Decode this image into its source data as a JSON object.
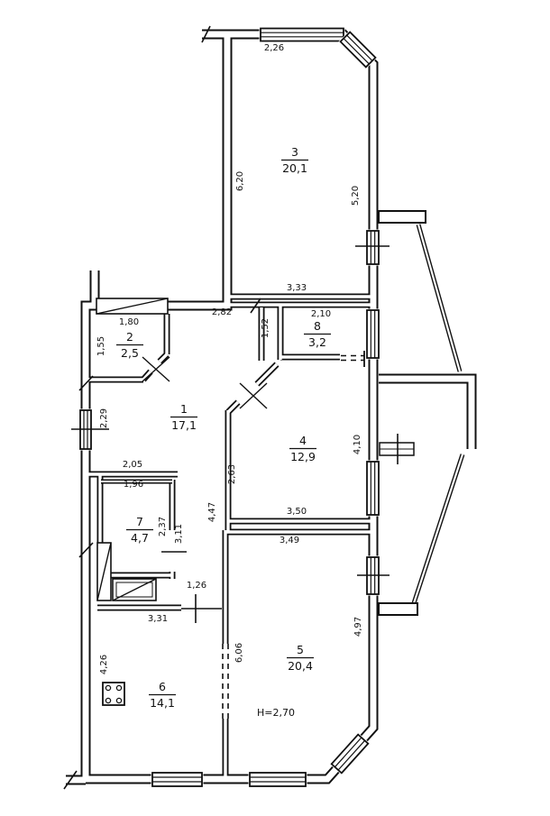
{
  "plan": {
    "rooms": [
      {
        "number": "3",
        "area": "20,1"
      },
      {
        "number": "8",
        "area": "3,2"
      },
      {
        "number": "2",
        "area": "2,5"
      },
      {
        "number": "1",
        "area": "17,1"
      },
      {
        "number": "4",
        "area": "12,9"
      },
      {
        "number": "7",
        "area": "4,7"
      },
      {
        "number": "6",
        "area": "14,1"
      },
      {
        "number": "5",
        "area": "20,4"
      }
    ],
    "ceiling_height_note": "H=2,70",
    "dimensions": {
      "d_2_26": "2,26",
      "d_6_20": "6,20",
      "d_5_20": "5,20",
      "d_3_33": "3,33",
      "d_2_82": "2,82",
      "d_2_10": "2,10",
      "d_1_52": "1,52",
      "d_1_80": "1,80",
      "d_1_55": "1,55",
      "d_2_29": "2,29",
      "d_2_63": "2,63",
      "d_4_10": "4,10",
      "d_3_50": "3,50",
      "d_3_49": "3,49",
      "d_2_05": "2,05",
      "d_1_96": "1,96",
      "d_2_37": "2,37",
      "d_3_11": "3,11",
      "d_4_47": "4,47",
      "d_1_26": "1,26",
      "d_3_31": "3,31",
      "d_4_26": "4,26",
      "d_6_06": "6,06",
      "d_4_97": "4,97"
    },
    "colors": {
      "wall": "#111111",
      "background": "#ffffff"
    }
  }
}
